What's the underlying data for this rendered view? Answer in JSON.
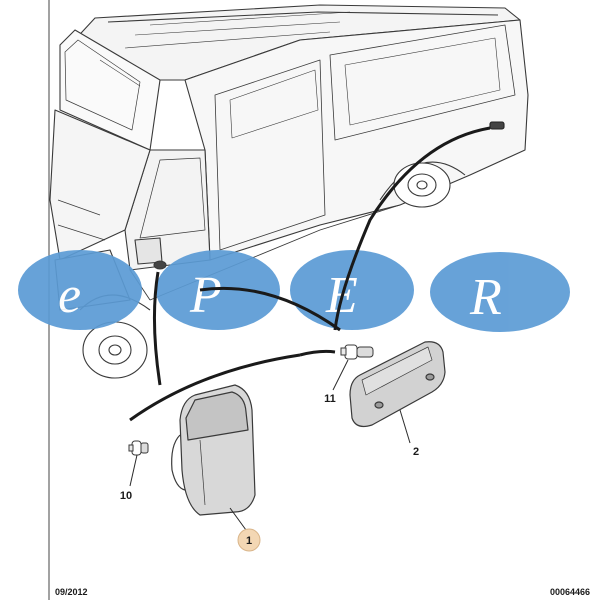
{
  "diagram": {
    "callouts": [
      {
        "id": "1",
        "label": "1",
        "highlight": true
      },
      {
        "id": "2",
        "label": "2",
        "highlight": false
      },
      {
        "id": "10",
        "label": "10",
        "highlight": false
      },
      {
        "id": "11",
        "label": "11",
        "highlight": false
      }
    ],
    "footer": {
      "date": "09/2012",
      "reference": "00064466"
    }
  },
  "watermark": {
    "letters": [
      "e",
      "P",
      "E",
      "R"
    ],
    "circle_color": "#5b9bd5",
    "letter_color": "#ffffff"
  },
  "colors": {
    "line": "#2a2a2a",
    "part_fill": "#d8d8d8",
    "highlight_badge": "#f3d7b4"
  }
}
